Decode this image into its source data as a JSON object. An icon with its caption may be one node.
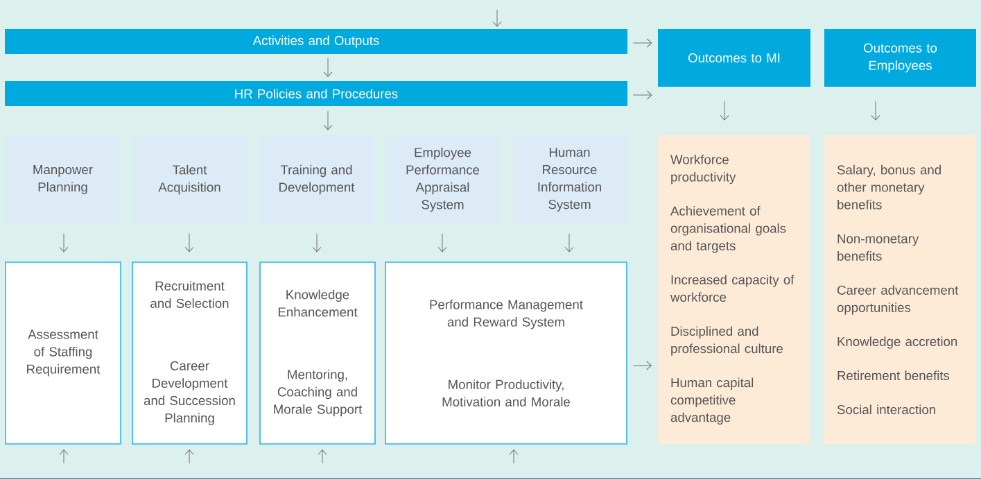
{
  "diagram": {
    "nodes": [
      {
        "text": [
          "Activities and Outputs"
        ]
      },
      {
        "text": [
          "HR Policies and Procedures"
        ]
      },
      {
        "text": [
          "Outcomes to MI"
        ]
      },
      {
        "text": [
          "Outcomes to Employees"
        ]
      },
      {
        "text": [
          "Manpower Planning"
        ]
      },
      {
        "text": [
          "Talent Acquisition"
        ]
      },
      {
        "text": [
          "Training and Development"
        ]
      },
      {
        "text": [
          "Employee Performance Appraisal System"
        ]
      },
      {
        "text": [
          "Human Resource Information System"
        ]
      },
      {
        "text": [
          "Workforce productivity",
          "Achievement of organisational goals and targets",
          "Increased capacity of workforce",
          "Disciplined and professional culture",
          "Human capital competitive advantage"
        ]
      },
      {
        "text": [
          "Salary, bonus and other monetary benefits",
          "Non-monetary benefits",
          "Career advancement opportunities",
          "Knowledge accretion",
          "Retirement benefits",
          "Social interaction"
        ]
      },
      {
        "text": [
          "Assessment of Staffing Requirement"
        ]
      },
      {
        "text": [
          "Recruitment and Selection",
          "Career Development and Succession Planning"
        ]
      },
      {
        "text": [
          "Knowledge Enhancement",
          "Mentoring, Coaching and Morale Support"
        ]
      },
      {
        "text": [
          "Performance Management and Reward System",
          "Monitor Productivity, Motivation and Morale"
        ]
      }
    ],
    "edges": [
      {
        "from": null,
        "to": 0,
        "arrow": "to"
      },
      {
        "from": 0,
        "to": 1,
        "arrow": "to"
      },
      {
        "from": 1,
        "to": 6,
        "arrow": "to"
      },
      {
        "from": 0,
        "to": 2,
        "arrow": "to"
      },
      {
        "from": 1,
        "to": 2,
        "arrow": "to"
      },
      {
        "from": 2,
        "to": 9,
        "arrow": "to"
      },
      {
        "from": 3,
        "to": 10,
        "arrow": "to"
      },
      {
        "from": 4,
        "to": 11,
        "arrow": "to"
      },
      {
        "from": 5,
        "to": 12,
        "arrow": "to"
      },
      {
        "from": 6,
        "to": 13,
        "arrow": "to"
      },
      {
        "from": 7,
        "to": 14,
        "arrow": "to"
      },
      {
        "from": 8,
        "to": 14,
        "arrow": "to"
      },
      {
        "from": 14,
        "to": 9,
        "arrow": "to"
      },
      {
        "from": null,
        "to": 11,
        "arrow": "to"
      },
      {
        "from": null,
        "to": 12,
        "arrow": "to"
      },
      {
        "from": null,
        "to": 13,
        "arrow": "to"
      },
      {
        "from": null,
        "to": 14,
        "arrow": "to"
      }
    ]
  }
}
